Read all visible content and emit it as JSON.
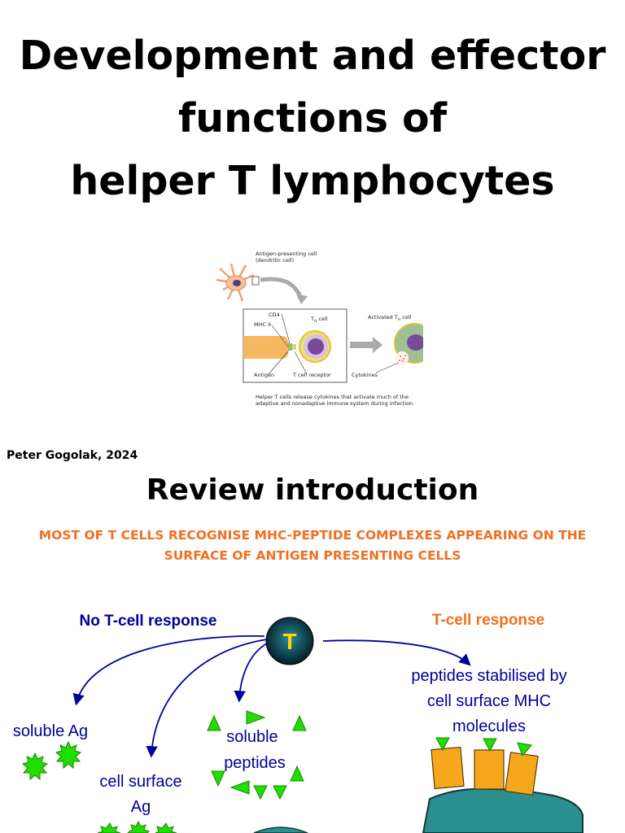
{
  "title_lines": [
    "Development and effector",
    "functions of",
    "helper T lymphocytes"
  ],
  "figure": {
    "apc_label_1": "Antigen-presenting cell",
    "apc_label_2": "(dendritic cell)",
    "cd4": "CD4",
    "mhc2": "MHC II",
    "th_cell": "T",
    "th_sub": "H",
    "th_cell_suffix": " cell",
    "antigen": "Antigen",
    "tcr": "T cell receptor",
    "activated": "Activated T",
    "activated_sub": "H",
    "activated_suffix": " cell",
    "cytokines": "Cytokines",
    "caption_1": "Helper T cells release cytokines that activate much of the",
    "caption_2": "adaptive and nonadaptive immune system during infection"
  },
  "author": "Peter Gogolak, 2024",
  "section_title": "Review introduction",
  "subtitle_lines": [
    "MOST OF T CELLS RECOGNISE MHC-PEPTIDE COMPLEXES APPEARING ON THE",
    "SURFACE OF ANTIGEN PRESENTING CELLS"
  ],
  "diagram": {
    "no_response": "No T-cell response",
    "response": "T-cell response",
    "t_label": "T",
    "soluble_ag": "soluble Ag",
    "cell_surface_ag_1": "cell surface",
    "cell_surface_ag_2": "Ag",
    "soluble_peptides_1": "soluble",
    "soluble_peptides_2": "peptides",
    "mhc_peptides_1": "peptides stabilised by",
    "mhc_peptides_2": "cell surface MHC",
    "mhc_peptides_3": "molecules"
  },
  "colors": {
    "dark_blue": "#000099",
    "orange_text": "#f07020",
    "green": "#22dd00",
    "mhc_orange": "#f5a81c",
    "apc_teal": "#2b8f8f"
  }
}
